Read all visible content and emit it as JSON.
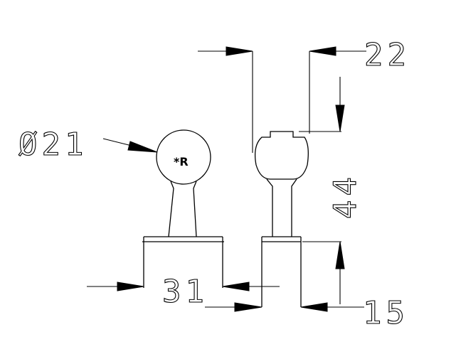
{
  "dimensions": {
    "diameter": "Ø21",
    "top_gap": "22",
    "height": "44",
    "bottom_left": "31",
    "bottom_right": "15"
  },
  "ball_mark": "*R"
}
